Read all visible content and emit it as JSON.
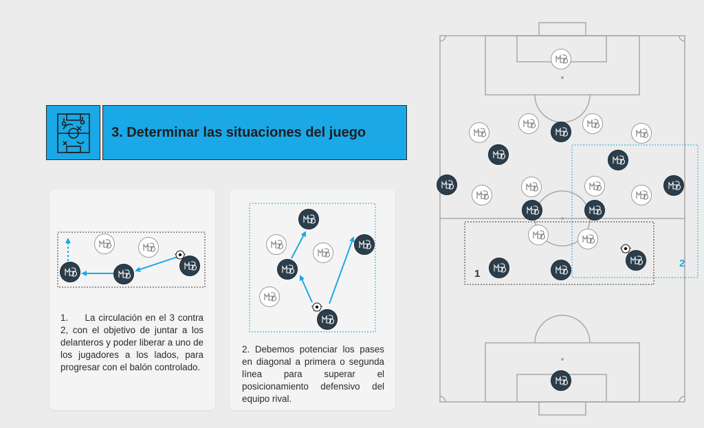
{
  "header": {
    "title": "3. Determinar las situaciones del juego",
    "icon": "tactics-board-icon",
    "color": "#1aa8e6"
  },
  "panels": [
    {
      "text": "1.     La circulación en el 3 contra 2, con el objetivo de juntar a los delanteros y poder liberar a uno de los jugadores a los lados, para progresar con el balón controlado."
    },
    {
      "text": "2. Debemos potenciar los pases en diagonal a primera o segunda línea para superar el posicionamiento defensivo del equipo rival."
    }
  ],
  "field": {
    "zone_labels": [
      "1",
      "2"
    ]
  },
  "colors": {
    "dark_player": "#2c3e4c",
    "light_player": "#ffffff",
    "arrow": "#1aa8e6",
    "line": "#a8a8a8"
  }
}
